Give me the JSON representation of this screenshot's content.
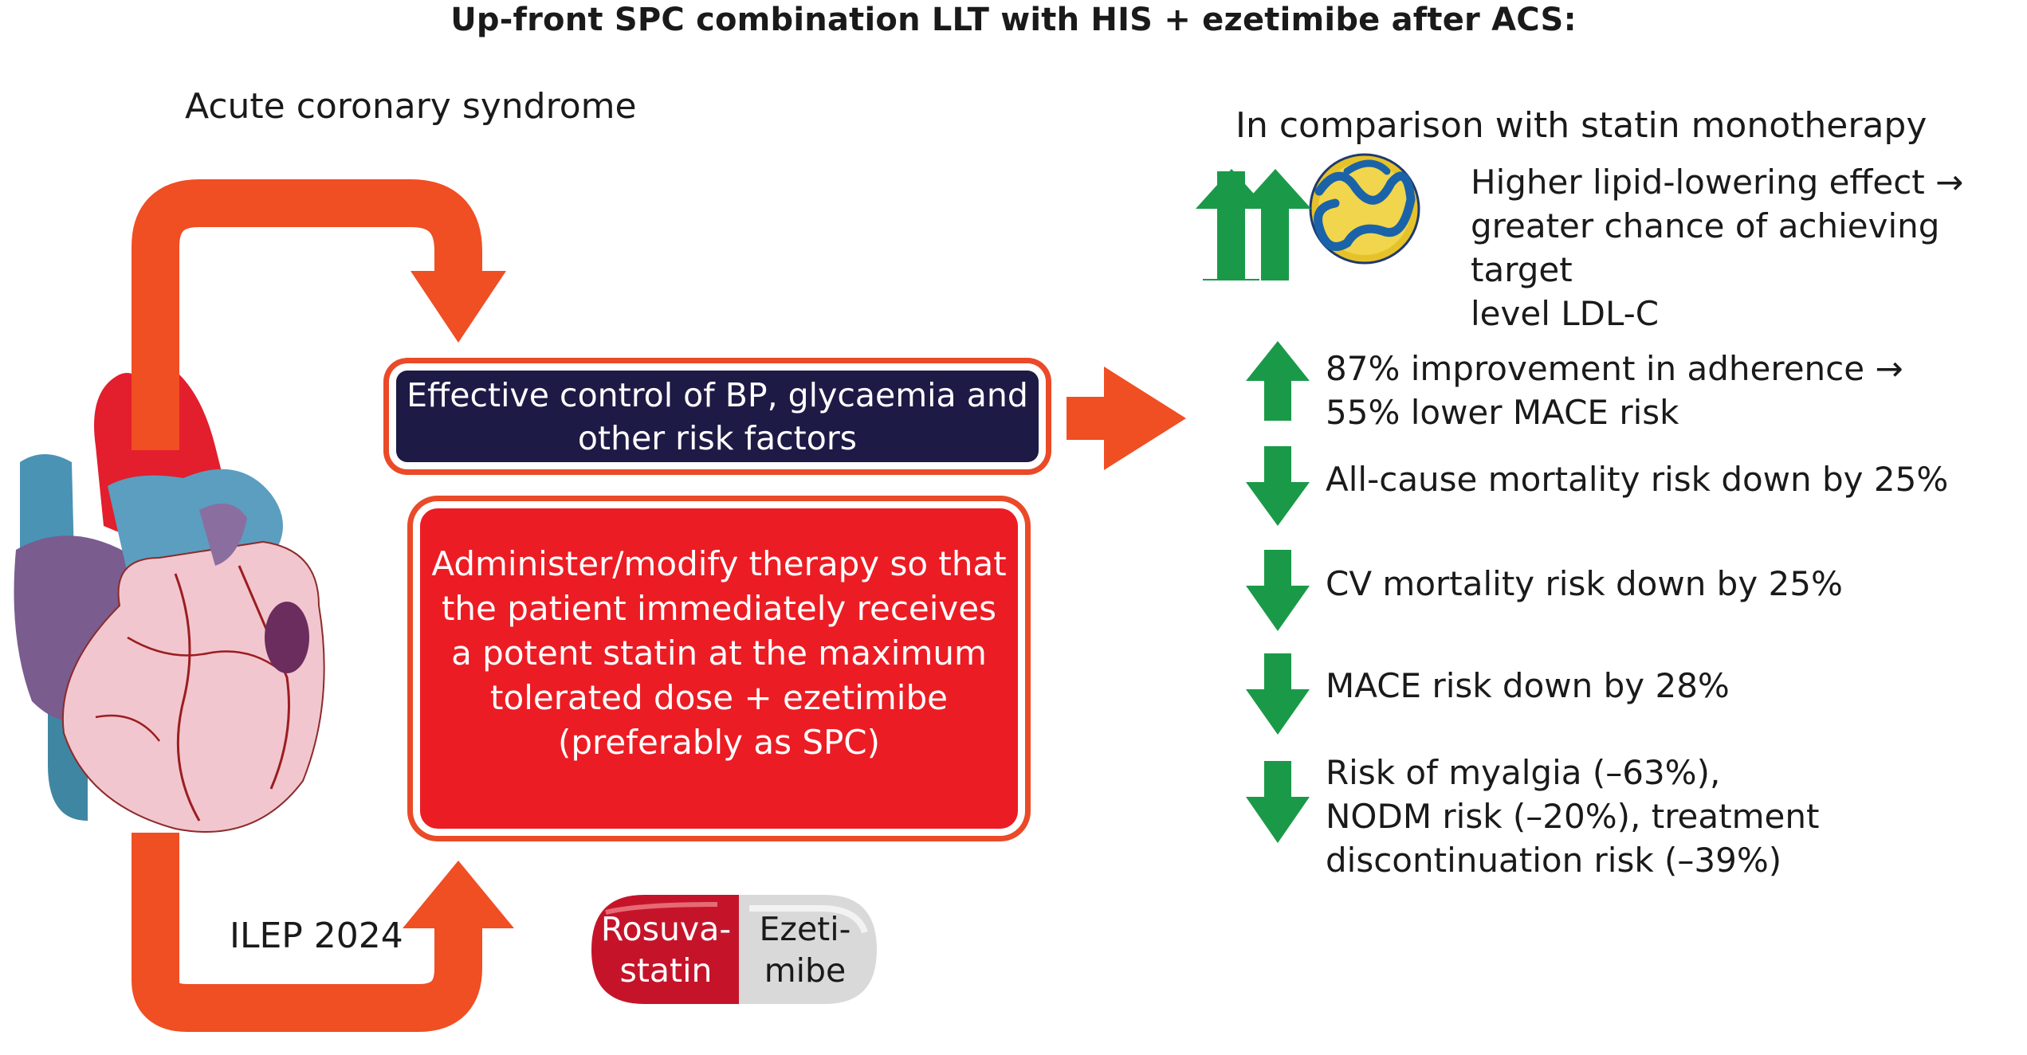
{
  "title": "Up-front SPC combination LLT with HIS + ezetimibe after ACS:",
  "left": {
    "acs_label": "Acute coronary syndrome",
    "source_label": "ILEP 2024"
  },
  "middle": {
    "control_box": [
      "Effective control of BP, glycaemia and",
      "other risk factors"
    ],
    "therapy_box": [
      "Administer/modify therapy so that",
      "the patient immediately receives",
      "a potent statin at the maximum",
      "tolerated dose + ezetimibe",
      "(preferably as SPC)"
    ],
    "pill": {
      "left": [
        "Rosuva-",
        "statin"
      ],
      "right": [
        "Ezeti-",
        "mibe"
      ]
    }
  },
  "right": {
    "header": "In comparison with statin monotherapy",
    "outcomes": [
      {
        "direction": "up",
        "arrows": 2,
        "icon": "ldl-particle-icon",
        "lines": [
          "Higher lipid-lowering effect →",
          "greater chance of achieving target",
          "level LDL-C"
        ]
      },
      {
        "direction": "up",
        "arrows": 1,
        "lines": [
          "87% improvement in adherence →",
          "55% lower MACE risk"
        ]
      },
      {
        "direction": "down",
        "arrows": 1,
        "lines": [
          "All-cause mortality risk down by 25%"
        ]
      },
      {
        "direction": "down",
        "arrows": 1,
        "lines": [
          "CV mortality risk down by 25%"
        ]
      },
      {
        "direction": "down",
        "arrows": 1,
        "lines": [
          "MACE risk down by 28%"
        ]
      },
      {
        "direction": "down",
        "arrows": 1,
        "lines": [
          "Risk of myalgia (–63%),",
          "NODM risk (–20%), treatment",
          "discontinuation risk (–39%)"
        ]
      }
    ]
  },
  "colors": {
    "flow_arrow": "#f04e23",
    "dark_box": "#1d1a46",
    "red_box": "#ec1c24",
    "green_arrow": "#1a9a48"
  }
}
